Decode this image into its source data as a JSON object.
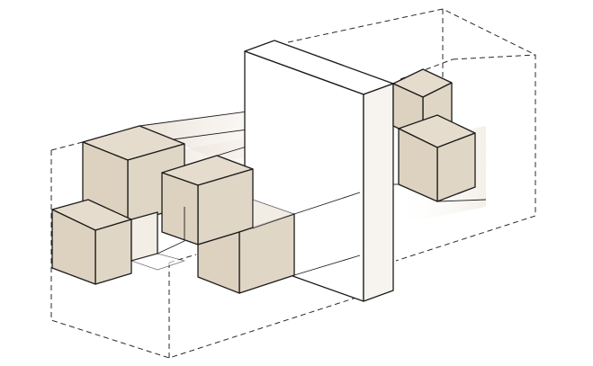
{
  "palette": {
    "cube_top": "#e6dccd",
    "cube_left": "#ddd2c0",
    "cube_right": "#e0d6c5",
    "slab_face": "#ffffff",
    "volume_shade": "#ece5da",
    "outline": "#1c1c1c",
    "background": "#ffffff"
  },
  "elements": {
    "boundary": "dashed-boundary-volume",
    "slab": "vertical-white-slab",
    "cubes": [
      "cube-block-a",
      "cube-block-b",
      "cube-block-c",
      "cube-block-d",
      "cube-block-e",
      "cube-block-f",
      "cube-block-g"
    ],
    "bars": [
      "transparent-bar-upper",
      "transparent-bar-lower"
    ]
  }
}
